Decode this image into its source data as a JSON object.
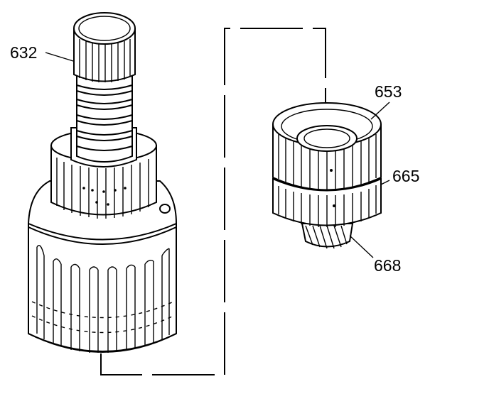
{
  "labels": {
    "shaft": "632",
    "gear_top": "653",
    "gear_middle": "665",
    "gear_bottom": "668"
  },
  "colors": {
    "line": "#000000",
    "background": "#ffffff"
  }
}
